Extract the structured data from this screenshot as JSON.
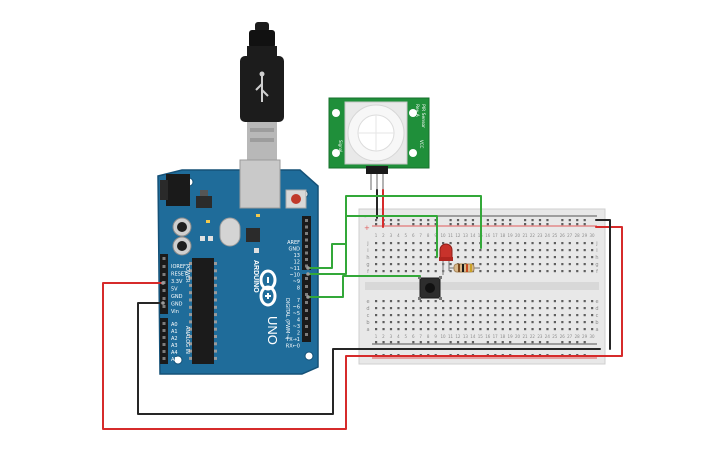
{
  "arduino": {
    "brand": "ARDUINO",
    "model": "UNO",
    "header_top_labels": [
      "AREF",
      "GND",
      "13",
      "12",
      "~11",
      "~10",
      "~9",
      "8"
    ],
    "header_bottom_labels": [
      "7",
      "~6",
      "~5",
      "4",
      "~3",
      "2",
      "TX→1",
      "RX←0"
    ],
    "digital_label": "DIGITAL (PWM~)",
    "power_labels": [
      "IOREF",
      "RESET",
      "3.3V",
      "5V",
      "GND",
      "GND",
      "Vin"
    ],
    "power_section": "POWER",
    "analog_labels": [
      "A0",
      "A1",
      "A2",
      "A3",
      "A4",
      "A5"
    ],
    "analog_section": "ANALOG IN"
  },
  "pir_sensor": {
    "label_side": "PIR Sensor",
    "label_rev": "Rev A",
    "label_pins": [
      "Signal",
      "GND",
      "VCC"
    ]
  },
  "breadboard": {
    "column_count": 30,
    "rows_top": [
      "j",
      "i",
      "h",
      "g",
      "f"
    ],
    "rows_bottom": [
      "e",
      "d",
      "c",
      "b",
      "a"
    ],
    "rail_plus": "+",
    "rail_minus": "-"
  },
  "colors": {
    "board": "#1f6c9a",
    "board_edge": "#155177",
    "pir_board": "#1f8f3a",
    "breadboard": "#e8e8e8",
    "wire_red": "#d62b2b",
    "wire_black": "#262626",
    "wire_green": "#33a839",
    "led": "#c8322b"
  },
  "wires": [
    {
      "name": "5V-to-plus-rail",
      "color": "red"
    },
    {
      "name": "GND-to-minus-rail",
      "color": "black"
    },
    {
      "name": "pin12-to-led",
      "color": "green"
    },
    {
      "name": "pin11-to-pir-signal",
      "color": "green"
    },
    {
      "name": "pin9-to-button",
      "color": "green"
    }
  ]
}
